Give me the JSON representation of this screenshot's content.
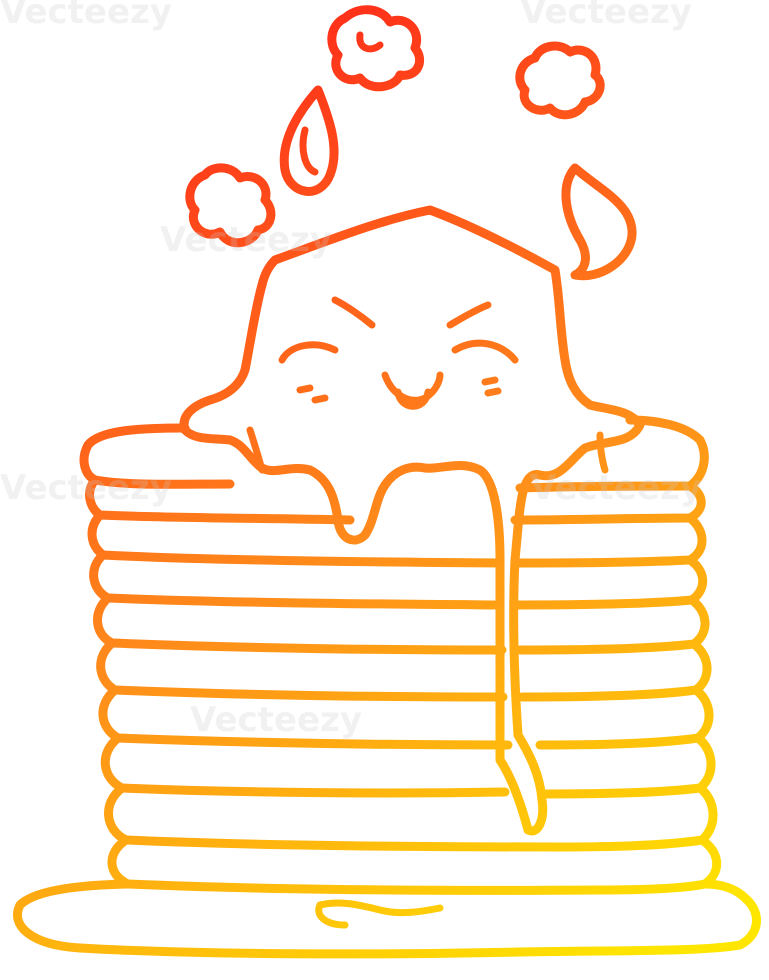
{
  "illustration": {
    "subject": "cartoon pancake stack with butter pat face",
    "gradient": {
      "top": "#ff1a1a",
      "middle": "#ff8c1a",
      "bottom": "#ffe600"
    }
  },
  "watermarks": [
    "Vecteezy",
    "Vecteezy",
    "Vecteezy",
    "Vecteezy",
    "Vecteezy",
    "Vecteezy"
  ]
}
